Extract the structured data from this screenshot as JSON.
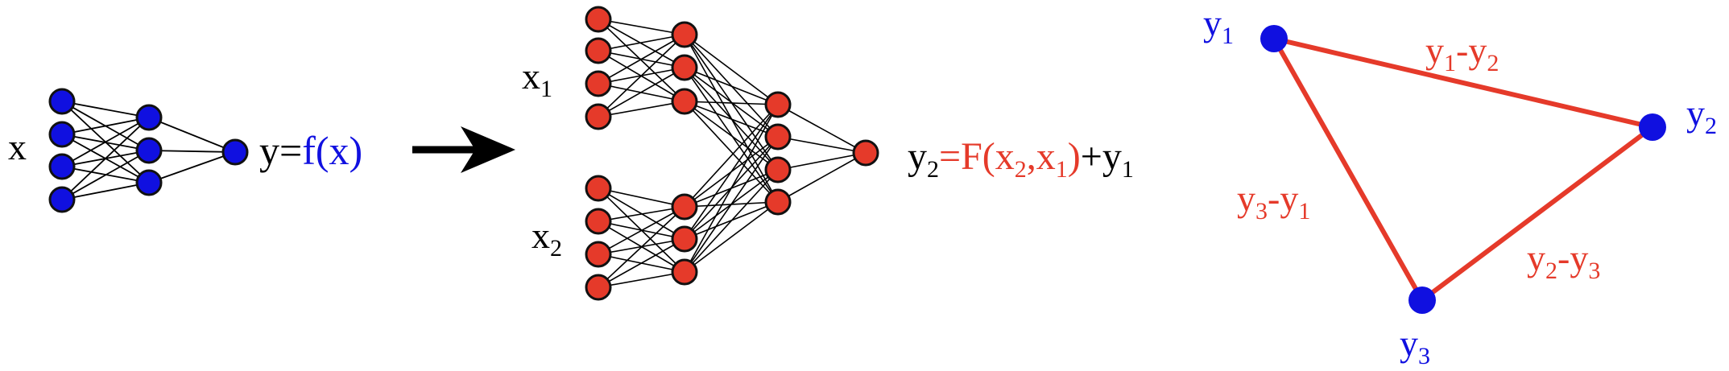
{
  "colors": {
    "blue": "#1010e0",
    "red": "#e53a2a",
    "black": "#000000",
    "node_stroke": "#111111"
  },
  "left_network": {
    "input_label": "x",
    "layers": [
      4,
      3,
      1
    ],
    "node_color": "blue",
    "equation": {
      "lhs": "y=",
      "rhs": "f(x)"
    }
  },
  "arrow": {
    "icon": "right-arrow-icon"
  },
  "middle_network": {
    "top_input_label": {
      "base": "x",
      "sub": "1"
    },
    "bottom_input_label": {
      "base": "x",
      "sub": "2"
    },
    "node_color": "red",
    "layers": {
      "top_input": 4,
      "top_hidden": 3,
      "bottom_input": 4,
      "bottom_hidden": 3,
      "merge": 4,
      "output": 1
    },
    "equation": {
      "lhs_base": "y",
      "lhs_sub": "2",
      "eq": "=",
      "fn": "F(x",
      "arg1_sub": "2",
      "comma": ",x",
      "arg2_sub": "1",
      "close": ")",
      "plus": "+y",
      "plus_sub": "1"
    }
  },
  "triangle": {
    "vertex_color": "blue",
    "edge_color": "red",
    "vertices": [
      {
        "id": "v1",
        "base": "y",
        "sub": "1"
      },
      {
        "id": "v2",
        "base": "y",
        "sub": "2"
      },
      {
        "id": "v3",
        "base": "y",
        "sub": "3"
      }
    ],
    "edges": [
      {
        "from": "v1",
        "to": "v2",
        "a": "y",
        "a_sub": "1",
        "op": "-",
        "b": "y",
        "b_sub": "2"
      },
      {
        "from": "v3",
        "to": "v1",
        "a": "y",
        "a_sub": "3",
        "op": "-",
        "b": "y",
        "b_sub": "1"
      },
      {
        "from": "v2",
        "to": "v3",
        "a": "y",
        "a_sub": "2",
        "op": "-",
        "b": "y",
        "b_sub": "3"
      }
    ]
  }
}
